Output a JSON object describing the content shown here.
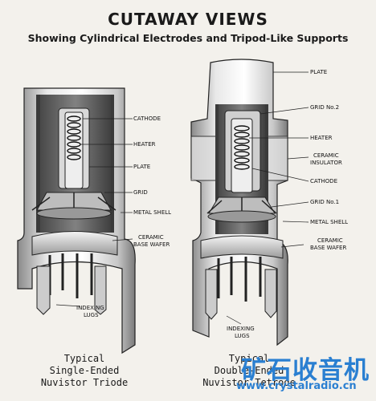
{
  "header": {
    "title": "CUTAWAY VIEWS",
    "subtitle": "Showing Cylindrical Electrodes and Tripod-Like Supports"
  },
  "left_view": {
    "labels": {
      "cathode": "CATHODE",
      "heater": "HEATER",
      "plate": "PLATE",
      "grid": "GRID",
      "metal_shell": "METAL SHELL",
      "ceramic_line1": "CERAMIC",
      "ceramic_line2": "BASE WAFER",
      "indexing_line1": "INDEXING",
      "indexing_line2": "LUGS"
    },
    "caption": [
      "Typical",
      "Single-Ended",
      "Nuvistor Triode"
    ]
  },
  "right_view": {
    "labels": {
      "plate": "PLATE",
      "grid2": "GRID No.2",
      "heater": "HEATER",
      "ceramic_ins_line1": "CERAMIC",
      "ceramic_ins_line2": "INSULATOR",
      "cathode": "CATHODE",
      "grid1": "GRID No.1",
      "metal_shell": "METAL SHELL",
      "ceramic_line1": "CERAMIC",
      "ceramic_line2": "BASE WAFER",
      "indexing_line1": "INDEXING",
      "indexing_line2": "LUGS"
    },
    "caption": [
      "Typical",
      "Double-Ended",
      "Nuvistor Tetrode"
    ]
  },
  "watermark": {
    "chinese": "矿石收音机",
    "url": "www.crystalradio.cn"
  },
  "colors": {
    "ink": "#1a1a1a",
    "paper": "#f3f1ec",
    "watermark": "#2a7fd1"
  }
}
